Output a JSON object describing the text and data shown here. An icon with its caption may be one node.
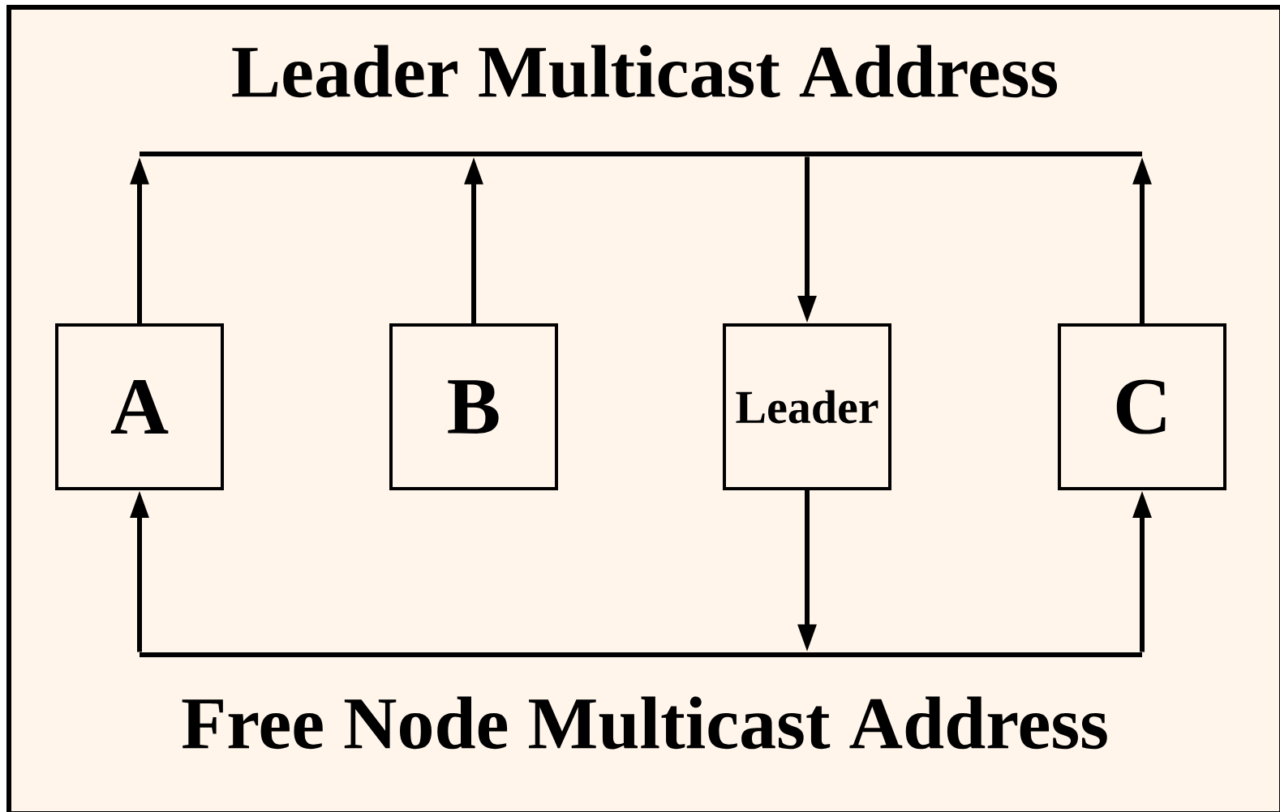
{
  "diagram": {
    "nodes": [
      {
        "text": [
          "Leader Multicast Address"
        ]
      },
      {
        "text": [
          "A"
        ]
      },
      {
        "text": [
          "B"
        ]
      },
      {
        "text": [
          "Leader"
        ]
      },
      {
        "text": [
          "C"
        ]
      },
      {
        "text": [
          "Free Node Multicast Address"
        ]
      }
    ],
    "edges": [
      {
        "from": 1,
        "to": 0,
        "arrow": "to"
      },
      {
        "from": 2,
        "to": 0,
        "arrow": "to"
      },
      {
        "from": 0,
        "to": 3,
        "arrow": "to"
      },
      {
        "from": 4,
        "to": 0,
        "arrow": "to"
      },
      {
        "from": 3,
        "to": 5,
        "arrow": "to"
      },
      {
        "from": 5,
        "to": 1,
        "arrow": "to"
      },
      {
        "from": 5,
        "to": 4,
        "arrow": "to"
      }
    ]
  }
}
